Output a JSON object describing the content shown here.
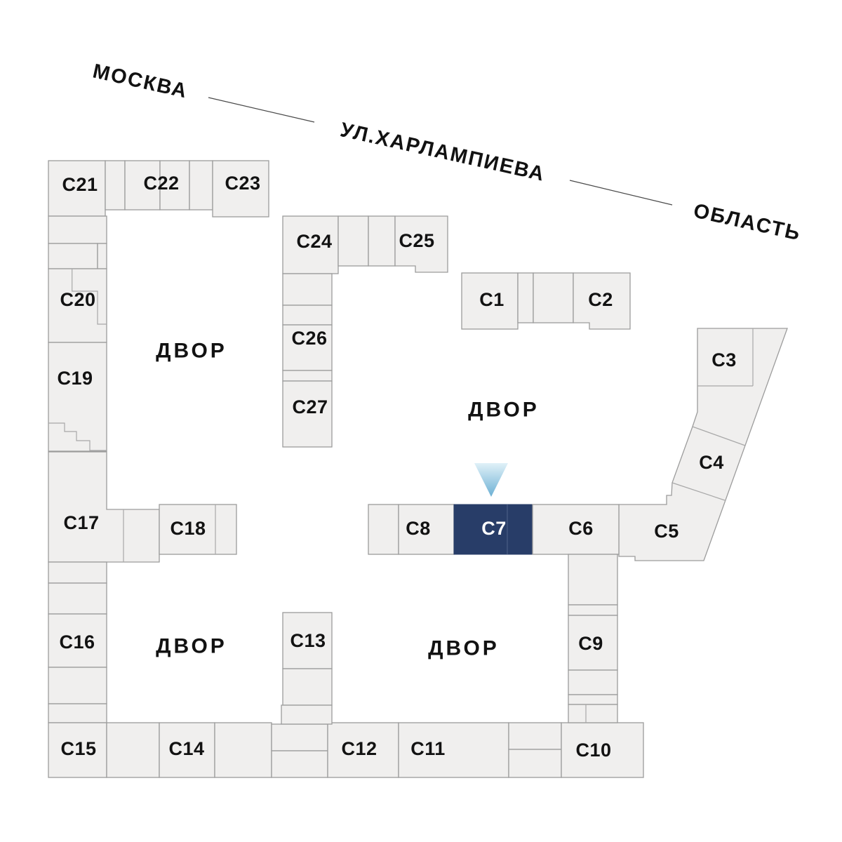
{
  "plan": {
    "region_labels": {
      "moscow": "МОСКВА",
      "street": "УЛ.ХАРЛАМПИЕВА",
      "oblast": "ОБЛАСТЬ"
    },
    "courtyards": [
      {
        "label": "ДВОР"
      },
      {
        "label": "ДВОР"
      },
      {
        "label": "ДВОР"
      },
      {
        "label": "ДВОР"
      }
    ],
    "buildings": [
      {
        "label": "С1"
      },
      {
        "label": "С2"
      },
      {
        "label": "С3"
      },
      {
        "label": "С4"
      },
      {
        "label": "С5"
      },
      {
        "label": "С6"
      },
      {
        "label": "С7"
      },
      {
        "label": "С8"
      },
      {
        "label": "С9"
      },
      {
        "label": "С10"
      },
      {
        "label": "С11"
      },
      {
        "label": "С12"
      },
      {
        "label": "С13"
      },
      {
        "label": "С14"
      },
      {
        "label": "С15"
      },
      {
        "label": "С16"
      },
      {
        "label": "С17"
      },
      {
        "label": "С18"
      },
      {
        "label": "С19"
      },
      {
        "label": "С20"
      },
      {
        "label": "С21"
      },
      {
        "label": "С22"
      },
      {
        "label": "С23"
      },
      {
        "label": "С24"
      },
      {
        "label": "С25"
      },
      {
        "label": "С26"
      },
      {
        "label": "С27"
      }
    ],
    "highlighted_building": "С7",
    "marker": {
      "icon": "down-arrow-marker",
      "points_to": "С7"
    },
    "colors": {
      "highlight": "#283d68",
      "block_fill": "#f0efee",
      "outline": "#9c9c9c",
      "marker_gradient_top": "#e0f1f8",
      "marker_gradient_bottom": "#6cb0d4",
      "label_text": "#121212",
      "highlight_label_text": "#ffffff"
    }
  }
}
